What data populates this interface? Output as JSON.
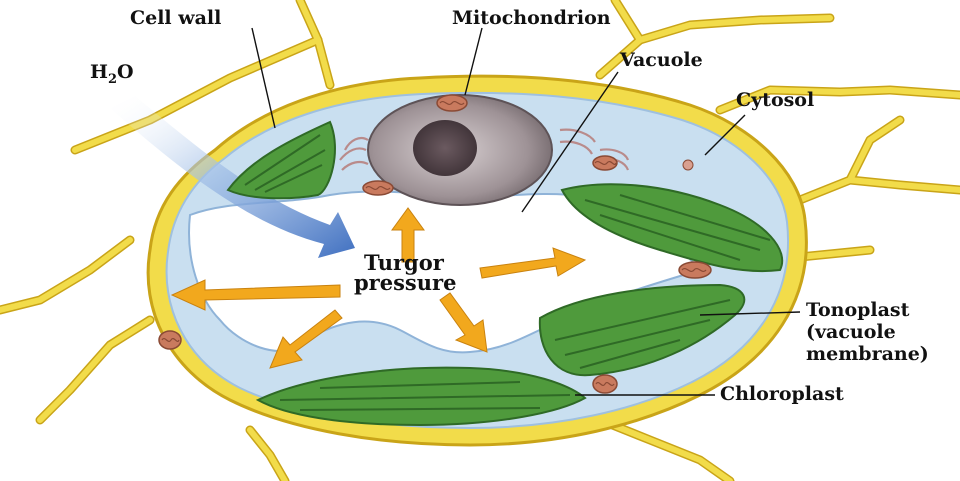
{
  "labels": {
    "cell_wall": "Cell wall",
    "mitochondrion": "Mitochondrion",
    "water_h": "H",
    "water_sub": "2",
    "water_o": "O",
    "vacuole": "Vacuole",
    "cytosol": "Cytosol",
    "turgor_line1": "Turgor",
    "turgor_line2": "pressure",
    "tonoplast_line1": "Tonoplast",
    "tonoplast_line2": "(vacuole",
    "tonoplast_line3": "membrane)",
    "chloroplast": "Chloroplast"
  },
  "colors": {
    "cell_wall": "#f2dc4a",
    "cell_wall_edge": "#c9a418",
    "cytosol": "#c9dff0",
    "vacuole": "#ffffff",
    "chloroplast": "#4f9a3c",
    "chloroplast_dark": "#2f6a26",
    "mitochondrion": "#c97a5e",
    "nucleus": "#8c7d80",
    "turgor_arrow": "#f2a81d",
    "water_arrow": "#5b86c8"
  },
  "icons": {
    "water_arrow": "water-inflow-arrow-icon",
    "turgor_arrows": "turgor-pressure-arrow-icon"
  }
}
